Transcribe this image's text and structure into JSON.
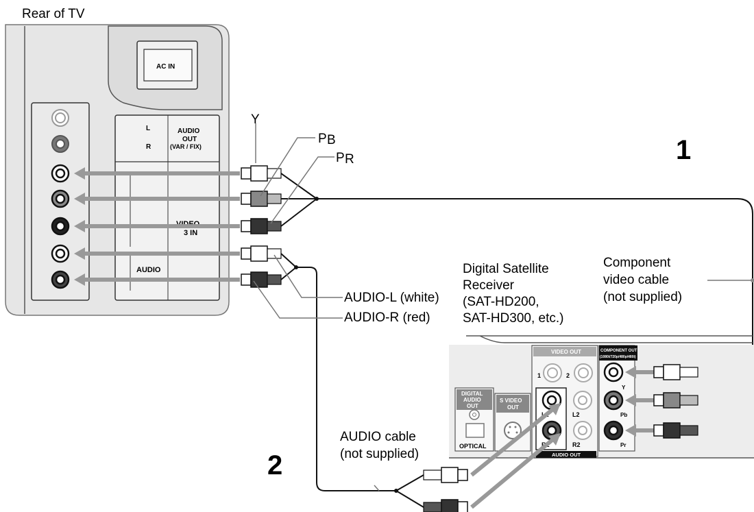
{
  "tv": {
    "title": "Rear of TV",
    "ac_in": "AC IN",
    "audio_out_l": "L",
    "audio_out_r": "R",
    "audio_out_line1": "AUDIO",
    "audio_out_line2": "OUT",
    "audio_out_line3": "(VAR / FIX)",
    "video_in_line1": "VIDEO",
    "video_in_line2": "3 IN",
    "audio_label": "AUDIO"
  },
  "plugs": {
    "y": "Y",
    "pb_main": "P",
    "pb_sub": "B",
    "pr_main": "P",
    "pr_sub": "R"
  },
  "audio_labels": {
    "left": "AUDIO-L (white)",
    "right": "AUDIO-R (red)"
  },
  "steps": {
    "one": "1",
    "two": "2"
  },
  "receiver": {
    "line1": "Digital Satellite",
    "line2": "Receiver",
    "line3": "(SAT-HD200,",
    "line4": "SAT-HD300, etc.)",
    "video_out": "VIDEO OUT",
    "video_out_1": "1",
    "video_out_2": "2",
    "component_out": "COMPONENT OUT",
    "component_modes": "(1080i/720p/480p/480i)",
    "comp_y": "Y",
    "comp_pb": "Pb",
    "comp_pr": "Pr",
    "digital_audio_line1": "DIGITAL",
    "digital_audio_line2": "AUDIO",
    "digital_audio_line3": "OUT",
    "optical": "OPTICAL",
    "s_video_line1": "S VIDEO",
    "s_video_line2": "OUT",
    "l1": "L1",
    "r1": "R1",
    "l2": "L2",
    "r2": "R2",
    "audio_out": "AUDIO OUT"
  },
  "cables": {
    "component_line1": "Component",
    "component_line2": "video cable",
    "component_line3": "(not supplied)",
    "audio_line1": "AUDIO cable",
    "audio_line2": "(not supplied)"
  }
}
